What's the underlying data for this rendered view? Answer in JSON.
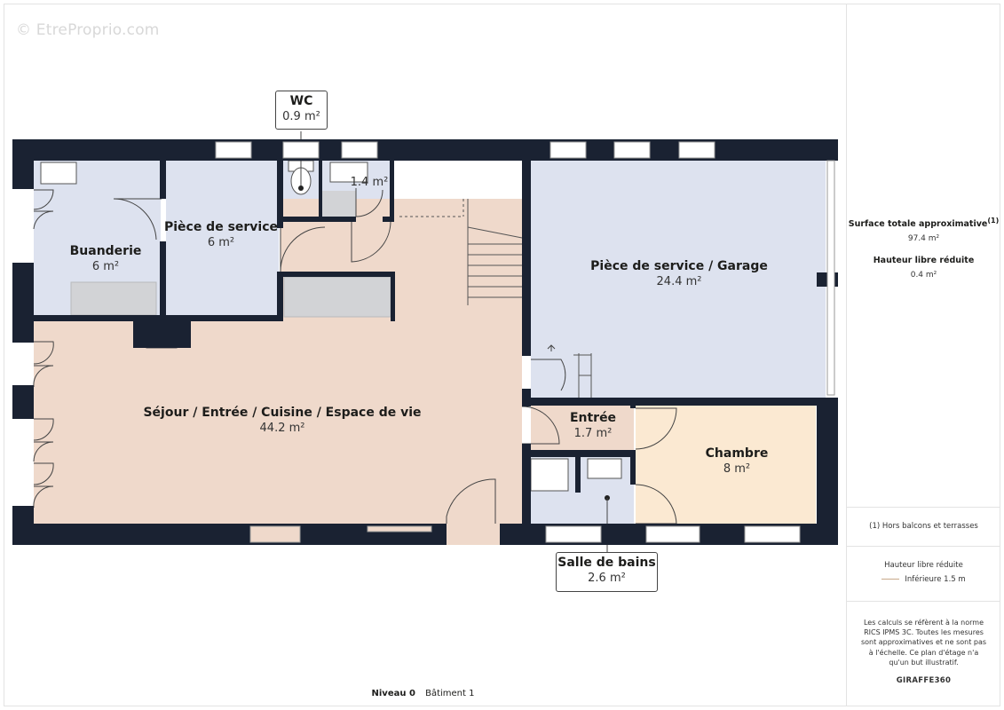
{
  "watermark": "© EtreProprio.com",
  "rooms": {
    "wc": {
      "name": "WC",
      "area": "0.9 m²"
    },
    "storage": {
      "area": "1.4 m²"
    },
    "buanderie": {
      "name": "Buanderie",
      "area": "6 m²"
    },
    "piece_service": {
      "name": "Pièce de service",
      "area": "6 m²"
    },
    "garage": {
      "name": "Pièce de service / Garage",
      "area": "24.4 m²"
    },
    "sejour": {
      "name": "Séjour / Entrée / Cuisine / Espace de vie",
      "area": "44.2 m²"
    },
    "entree": {
      "name": "Entrée",
      "area": "1.7 m²"
    },
    "chambre": {
      "name": "Chambre",
      "area": "8 m²"
    },
    "salle_de_bains": {
      "name": "Salle de bains",
      "area": "2.6 m²"
    }
  },
  "footer": {
    "level": "Niveau 0",
    "building": "Bâtiment 1"
  },
  "sidebar": {
    "total_label": "Surface totale approximative",
    "total_note": "(1)",
    "total_value": "97.4 m²",
    "height_label": "Hauteur libre réduite",
    "height_value": "0.4 m²",
    "note": "(1) Hors balcons et terrasses",
    "legend_title": "Hauteur libre réduite",
    "legend_item": "Inférieure 1.5 m",
    "disclaimer": "Les calculs se réfèrent à la norme RICS IPMS 3C. Toutes les mesures sont approximatives et ne sont pas à l'échelle. Ce plan d'étage n'a qu'un but illustratif.",
    "brand": "GIRAFFE360"
  },
  "colors": {
    "wall": "#1a2232",
    "living": "#efd9cb",
    "service": "#dde2ef",
    "chambre": "#fbe9d2",
    "fixture": "#d2d3d6",
    "window": "#ffffff"
  }
}
